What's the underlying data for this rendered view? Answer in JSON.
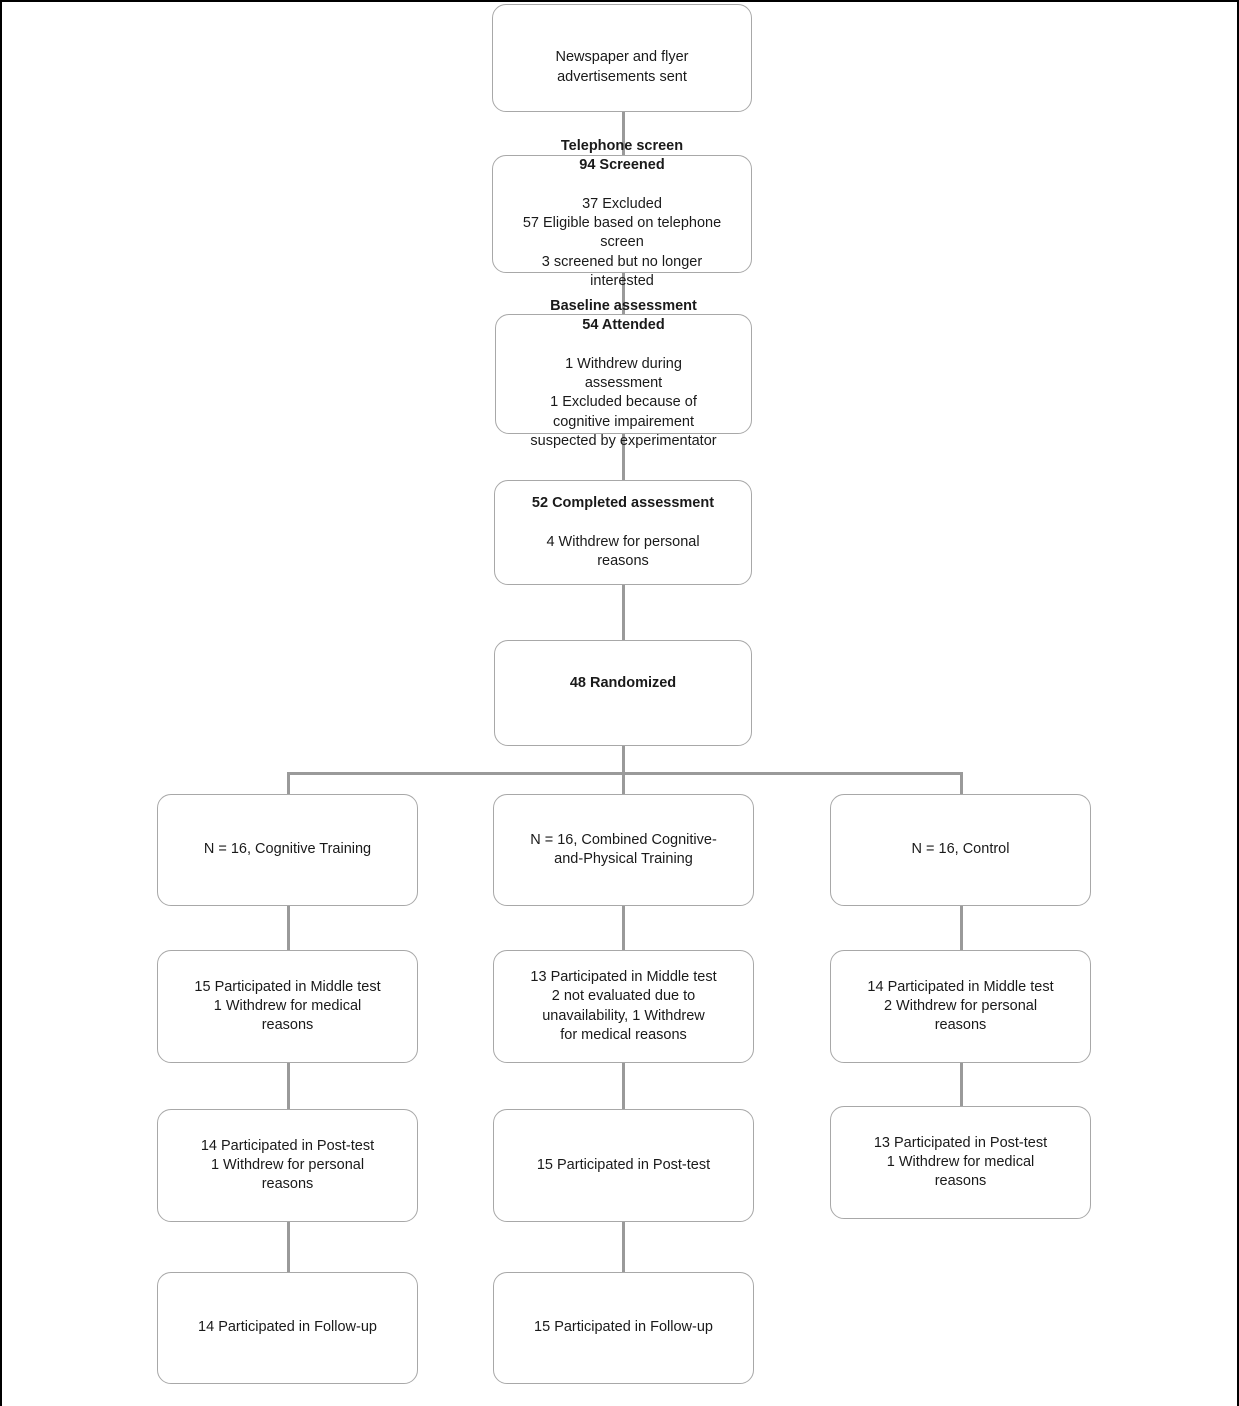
{
  "diagram": {
    "title": "Participant flow diagram",
    "type": "flowchart",
    "line_color": "#9a9a9a",
    "box_border_color": "#a8a8a8",
    "text_color": "#1a1a1a",
    "border_color": "#000000",
    "background": "#ffffff"
  },
  "nodes": {
    "recruitment": {
      "heading": "",
      "body": "Newspaper and flyer\nadvertisements sent"
    },
    "telephone_screen": {
      "heading": "Telephone screen\n94 Screened",
      "body": "37 Excluded\n57 Eligible based on telephone\nscreen\n3 screened but no longer\ninterested"
    },
    "baseline_assessment": {
      "heading": "Baseline assessment\n54 Attended",
      "body": "1 Withdrew during\nassessment\n1 Excluded because of\ncognitive impairement\nsuspected by experimentator"
    },
    "completed_assessment": {
      "heading": "52 Completed assessment",
      "body": "4 Withdrew for personal\nreasons"
    },
    "randomized": {
      "heading": "48 Randomized",
      "body": ""
    },
    "arm_cognitive": {
      "heading": "",
      "body": "N = 16, Cognitive Training"
    },
    "arm_combined": {
      "heading": "",
      "body": "N = 16, Combined Cognitive-\nand-Physical Training"
    },
    "arm_control": {
      "heading": "",
      "body": "N = 16, Control"
    },
    "middle_cognitive": {
      "heading": "",
      "body": "15 Participated in Middle test\n1 Withdrew for medical\nreasons"
    },
    "middle_combined": {
      "heading": "",
      "body": "13 Participated in Middle test\n2 not evaluated due to\nunavailability, 1 Withdrew\nfor medical reasons"
    },
    "middle_control": {
      "heading": "",
      "body": "14 Participated in Middle test\n2 Withdrew  for personal\nreasons"
    },
    "post_cognitive": {
      "heading": "",
      "body": "14 Participated in Post-test\n1 Withdrew for personal\nreasons"
    },
    "post_combined": {
      "heading": "",
      "body": "15 Participated in Post-test"
    },
    "post_control": {
      "heading": "",
      "body": "13 Participated in Post-test\n1 Withdrew for medical\nreasons"
    },
    "followup_cognitive": {
      "heading": "",
      "body": "14 Participated in Follow-up"
    },
    "followup_combined": {
      "heading": "",
      "body": "15 Participated in Follow-up"
    }
  }
}
